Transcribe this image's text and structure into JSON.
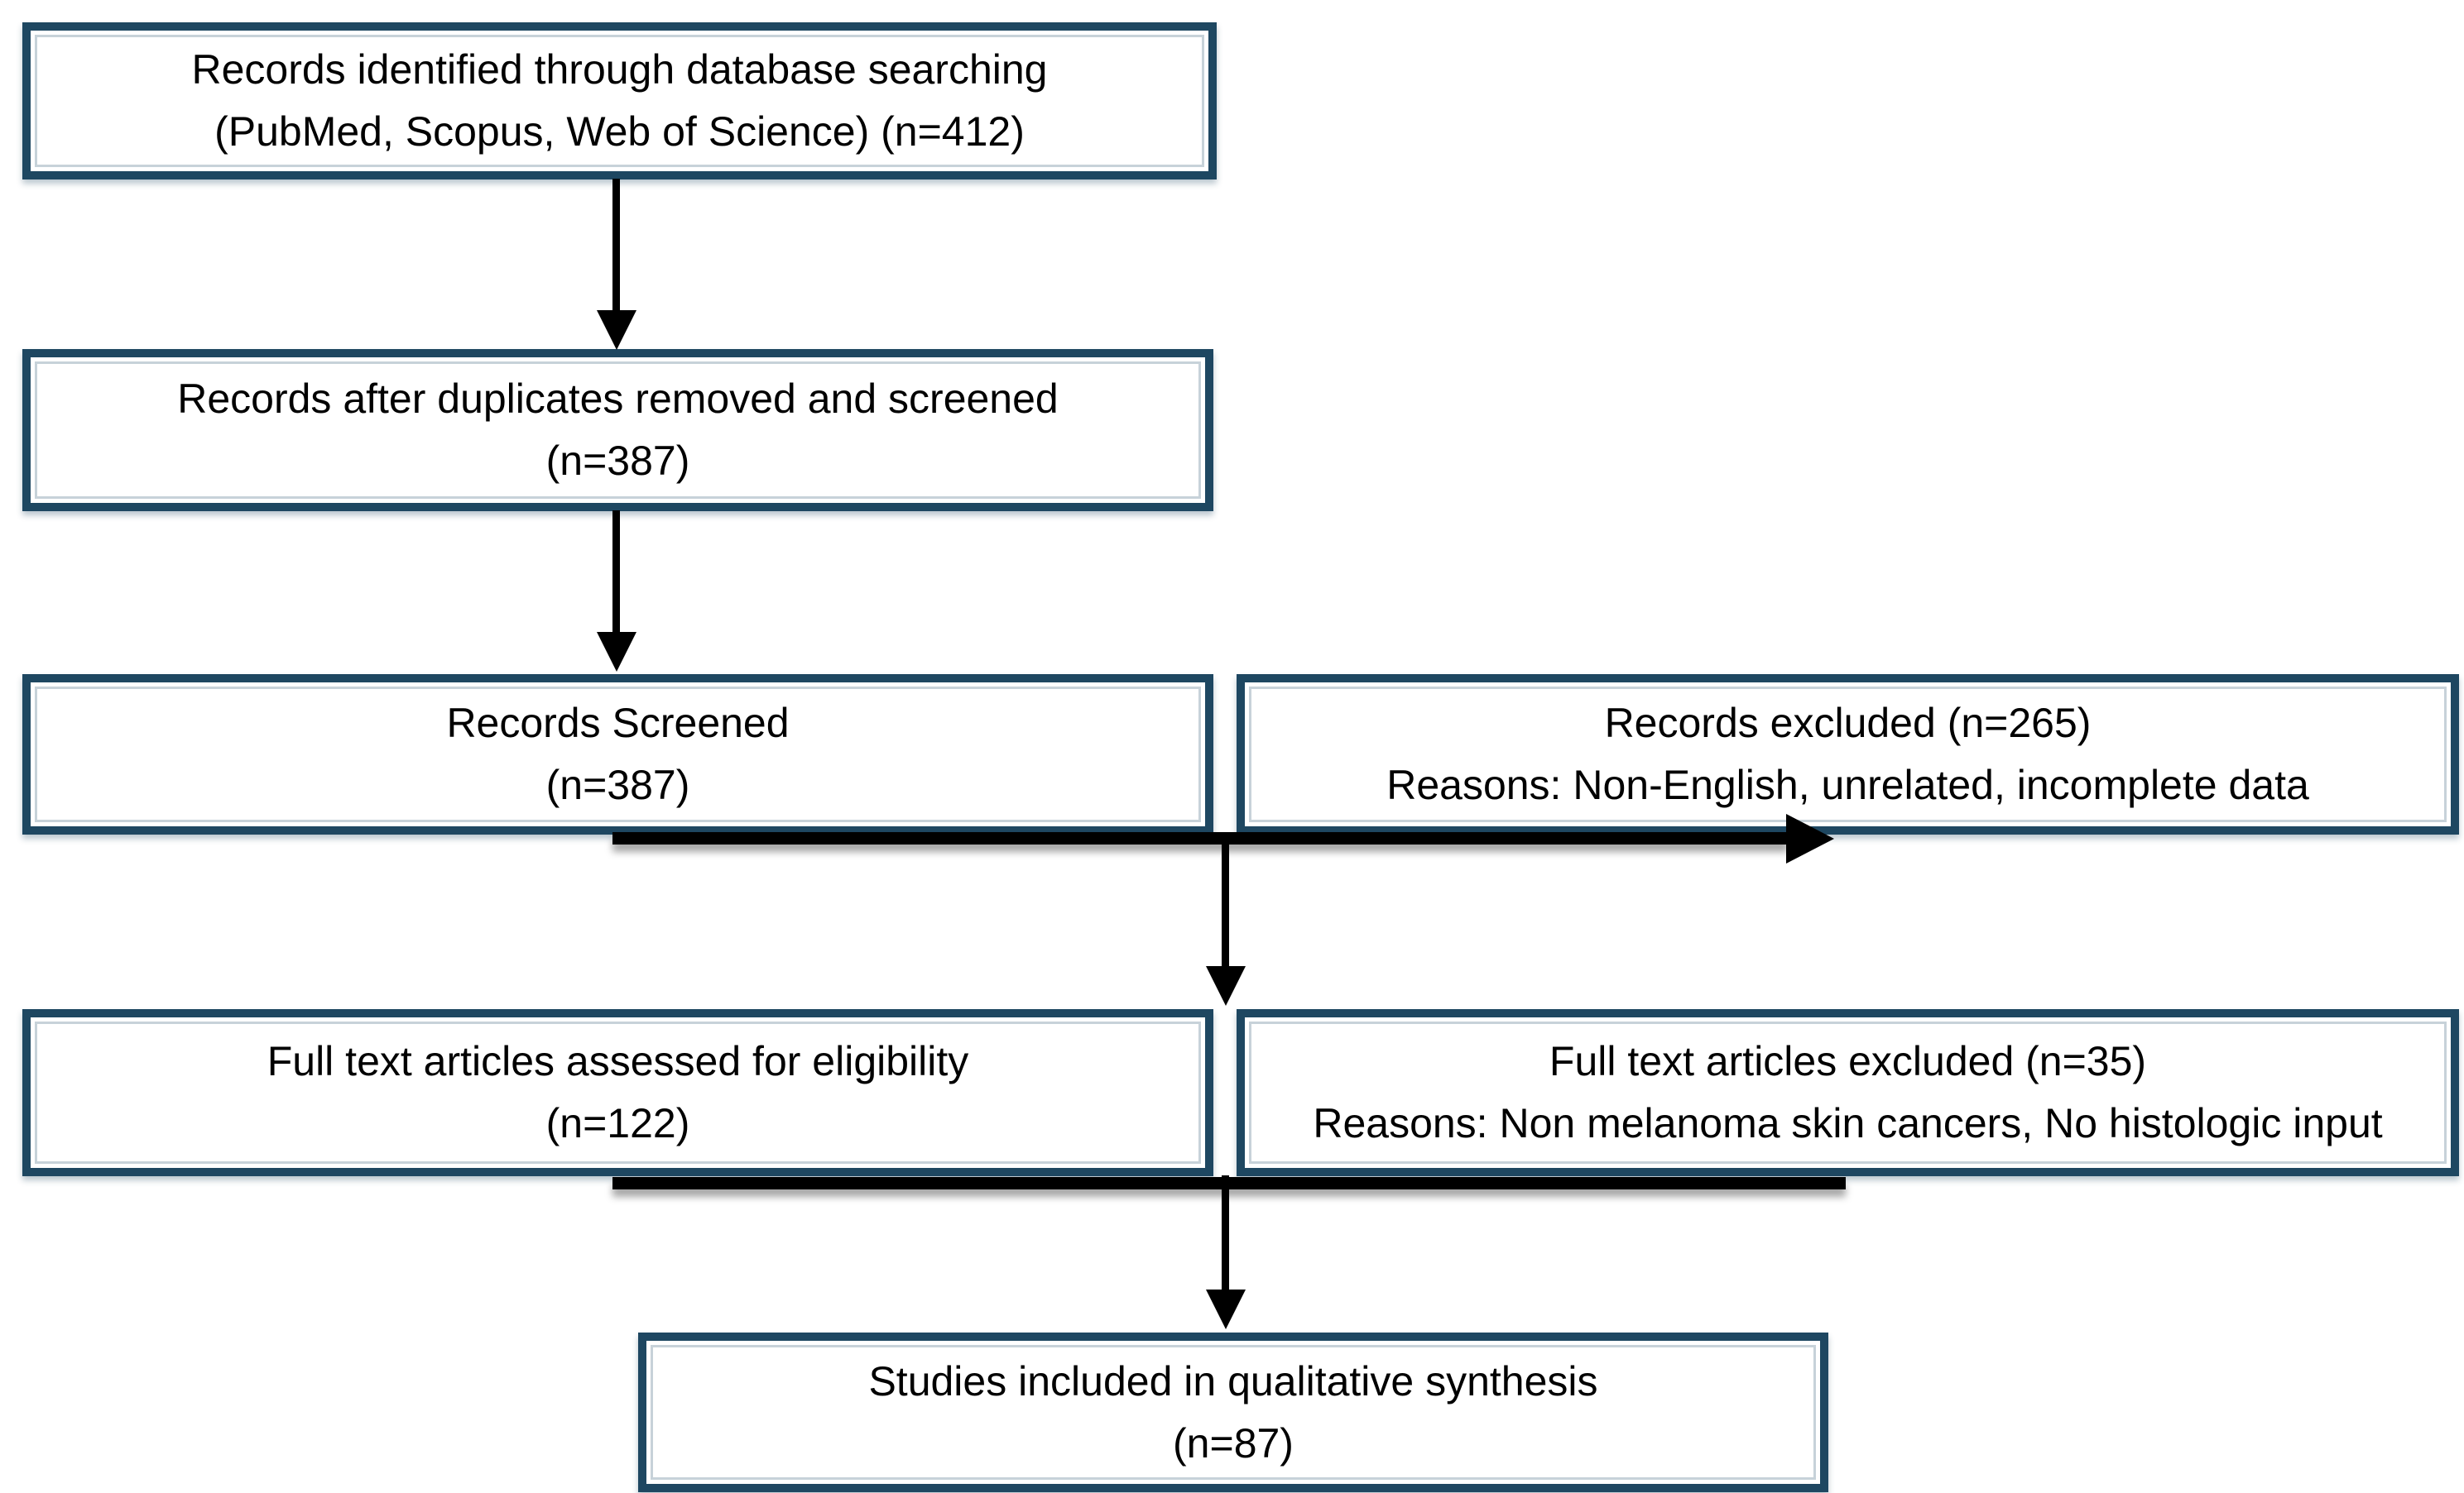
{
  "diagram": {
    "type": "flowchart",
    "subject": "PRISMA study selection flow diagram",
    "colors": {
      "box_border": "#1e4761",
      "box_fill": "#ffffff",
      "text": "#000000",
      "arrow": "#000000",
      "background": "#ffffff"
    },
    "nodes": [
      {
        "id": "records-identified",
        "line1": "Records identified through database searching",
        "line2": "(PubMed, Scopus, Web of Science) (n=412)"
      },
      {
        "id": "duplicates-removed",
        "line1": "Records after duplicates removed and screened",
        "line2": "(n=387)"
      },
      {
        "id": "records-screened",
        "line1": "Records Screened",
        "line2": "(n=387)"
      },
      {
        "id": "records-excluded",
        "line1": "Records excluded (n=265)",
        "line2": "Reasons: Non-English, unrelated, incomplete data"
      },
      {
        "id": "fulltext-assessed",
        "line1": "Full text articles assessed for eligibility",
        "line2": "(n=122)"
      },
      {
        "id": "fulltext-excluded",
        "line1": "Full text articles excluded (n=35)",
        "line2": "Reasons: Non melanoma skin cancers, No histologic input"
      },
      {
        "id": "studies-included",
        "line1": "Studies included in qualitative synthesis",
        "line2": "(n=87)"
      }
    ],
    "edges": [
      {
        "from": "records-identified",
        "to": "duplicates-removed",
        "style": "down-arrow"
      },
      {
        "from": "duplicates-removed",
        "to": "records-screened",
        "style": "down-arrow"
      },
      {
        "from": "records-screened",
        "to": "records-excluded",
        "style": "horizontal-right-arrow"
      },
      {
        "from": "records-screened",
        "to": "fulltext-assessed",
        "style": "down-arrow"
      },
      {
        "from": "fulltext-assessed",
        "to": "fulltext-excluded",
        "style": "horizontal-line"
      },
      {
        "from": "fulltext-assessed",
        "to": "studies-included",
        "style": "down-arrow"
      }
    ]
  }
}
